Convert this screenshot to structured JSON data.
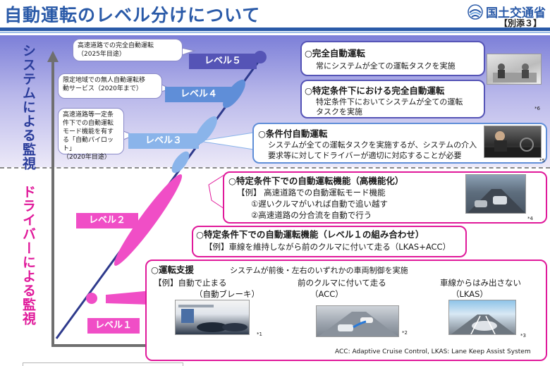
{
  "header": {
    "title": "自動運転のレベル分けについて",
    "ministry": "国土交通省",
    "attachment": "【別添３】"
  },
  "axis_labels": {
    "system": "システムによる監視",
    "driver": "ドライバーによる監視"
  },
  "levels": {
    "l5": {
      "tag": "レベル５",
      "callout": "高速道路での完全自動運転\n（2025年目途）",
      "heading": "○完全自動運転",
      "body": [
        "常にシステムが全ての運転タスクを実施"
      ],
      "note": "*6"
    },
    "l4": {
      "tag": "レベル４",
      "callout": "限定地域での無人自動運転移\n動サービス（2020年まで）",
      "heading": "○特定条件下における完全自動運転",
      "body": [
        "特定条件下においてシステムが全ての運転",
        "タスクを実施"
      ]
    },
    "l3": {
      "tag": "レベル３",
      "callout": "高速道路等一定条\n件下での自動運転\nモード機能を有す\nる「自動パイロット」\n（2020年目途）",
      "heading": "○条件付自動運転",
      "body": [
        "システムが全ての運転タスクを実施するが、システムの介入",
        "要求等に対してドライバーが適切に対応することが必要"
      ],
      "note": "*5"
    },
    "l2": {
      "tag": "レベル２",
      "a_heading": "○特定条件下での自動運転機能（高機能化）",
      "a_body": [
        "【例】 高速道路での自動運転モード機能",
        "①遅いクルマがいれば自動で追い越す",
        "②高速道路の分合流を自動で行う"
      ],
      "a_note": "*4",
      "b_heading": "○特定条件下での自動運転機能（レベル１の組み合わせ）",
      "b_body": "【例】車線を維持しながら前のクルマに付いて走る（LKAS+ACC）"
    },
    "l1": {
      "tag": "レベル１",
      "heading": "○運転支援",
      "desc": "システムが前後・左右のいずれかの車両制御を実施",
      "ex_a": [
        "【例】自動で止まる",
        "（自動ブレーキ）"
      ],
      "ex_b": [
        "前のクルマに付いて走る",
        "（ACC）"
      ],
      "ex_c": [
        "車線からはみ出さない",
        "（LKAS）"
      ],
      "notes": [
        "*1",
        "*2",
        "*3"
      ]
    }
  },
  "legend": "ACC: Adaptive Cruise Control,  LKAS: Lane Keep Assist System",
  "colors": {
    "title_blue": "#2a5aa8",
    "level5": "#5554b6",
    "level4": "#5f8ed8",
    "level3": "#8ab4ea",
    "level12": "#f04ec6",
    "border_pink": "#e0199a"
  }
}
